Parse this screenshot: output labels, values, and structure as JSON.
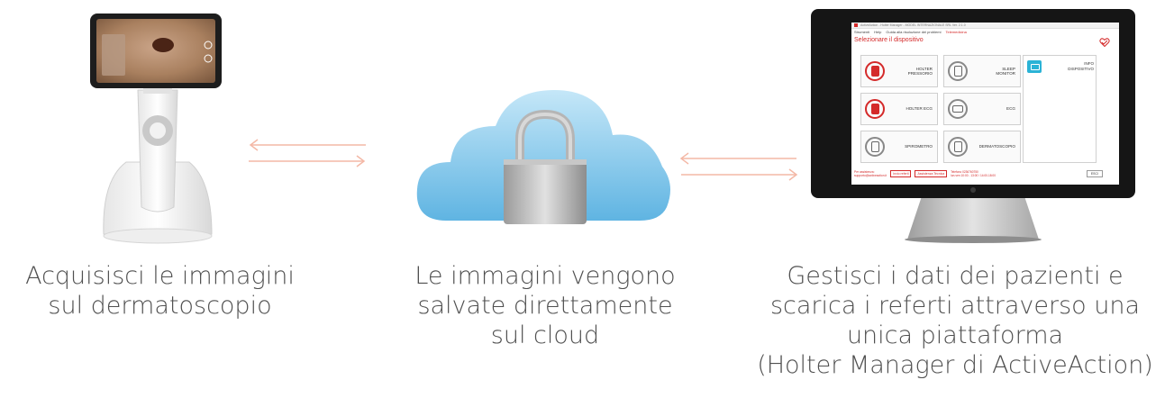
{
  "captions": {
    "step1": {
      "line1": "Acquisisci le immagini",
      "line2": "sul dermatoscopio"
    },
    "step2": {
      "line1": "Le immagini vengono",
      "line2": "salvate direttamente",
      "line3": "sul cloud"
    },
    "step3": {
      "line1": "Gestisci i dati dei pazienti e",
      "line2": "scarica i referti attraverso una",
      "line3": "unica piattaforma",
      "line4": "(Holter Manager di ActiveAction)"
    }
  },
  "app": {
    "window_title": "ActiveAction - Holter Manager - MODEL INTERNAZIONALE SRL Ver. 2.1.0",
    "menu": [
      "Strumenti",
      "Help",
      "Guida alla risoluzione dei problemi",
      "Telemedicina"
    ],
    "page_title": "Selezionare il dispositivo",
    "devices": [
      {
        "label_line1": "Holter",
        "label_line2": "Pressorio",
        "icon": "phone-device-icon",
        "style": "red"
      },
      {
        "label_line1": "Sleep",
        "label_line2": "Monitor",
        "icon": "sleep-monitor-icon",
        "style": "gray"
      },
      {
        "label_line1": "Holter ECG",
        "label_line2": "",
        "icon": "heart-device-icon",
        "style": "red"
      },
      {
        "label_line1": "ECG",
        "label_line2": "",
        "icon": "ecg-icon",
        "style": "gray"
      },
      {
        "label_line1": "Spirometro",
        "label_line2": "",
        "icon": "spirometer-icon",
        "style": "gray"
      },
      {
        "label_line1": "Dermatoscopio",
        "label_line2": "",
        "icon": "dermatoscope-icon",
        "style": "gray"
      }
    ],
    "info": {
      "label_line1": "Info",
      "label_line2": "Dispositivo"
    },
    "footer": {
      "support_line1": "Per assistenza:",
      "support_line2": "supporto@activeaction.it",
      "btn_referti": "Invio referti",
      "btn_assistenza": "Assistenza Tecnica",
      "phone_line1": "Telefono 0236760750",
      "phone_line2": "lun-ven 10:00 - 13:00 / 14:00-18:00",
      "exit": "ESCI"
    }
  },
  "colors": {
    "accent": "#d42a2a",
    "arrow": "#f4b8a6",
    "cloud": "#7fc6ea",
    "info": "#2bb3d6"
  }
}
